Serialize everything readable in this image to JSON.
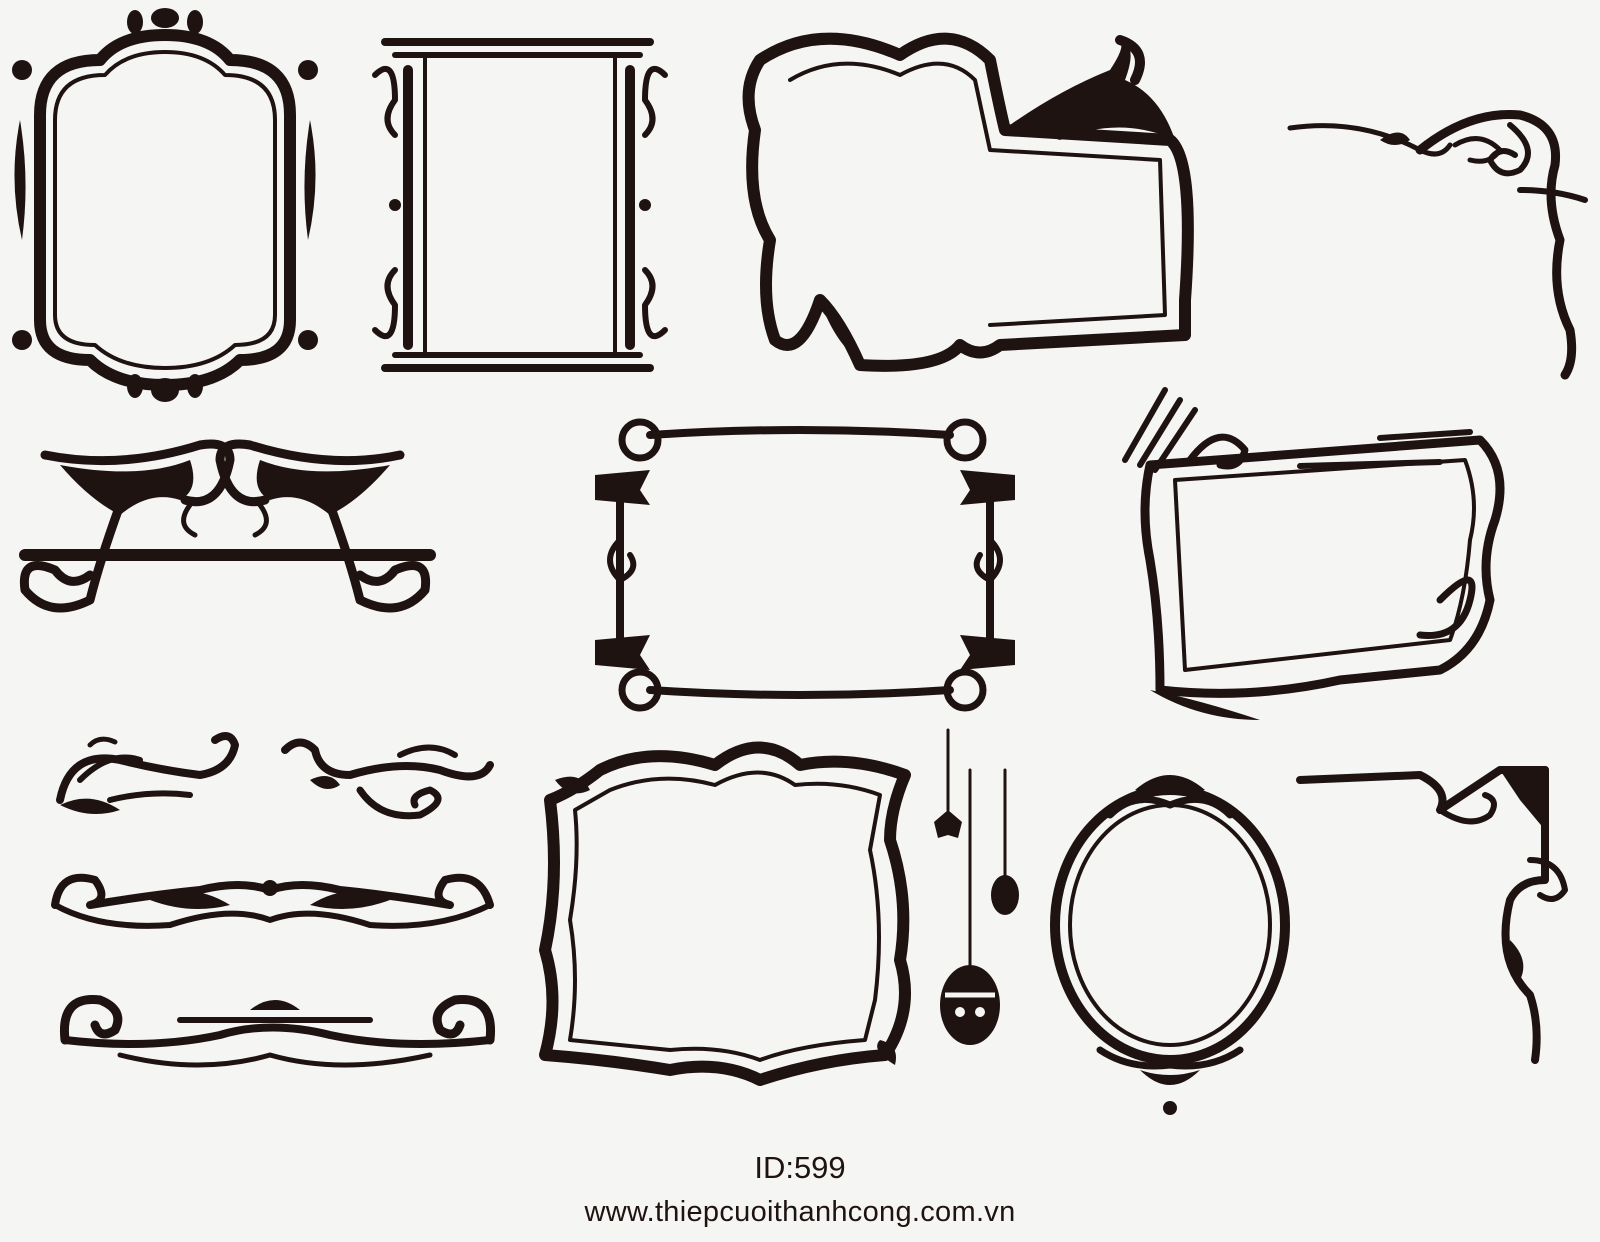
{
  "caption": {
    "id_label": "ID:599",
    "website": "www.thiepcuoithanhcong.com.vn"
  },
  "colors": {
    "ink": "#1e1311",
    "background": "#f5f5f4"
  },
  "ornaments": [
    "scalloped-mirror-frame",
    "pillared-rectangle-frame",
    "cloud-swirl-frame",
    "corner-flourish-top-right",
    "winged-crest-ornament",
    "fleur-scroll-frame",
    "layered-scroll-frame",
    "swirl-divider-left",
    "swirl-divider-right",
    "leaf-scroll-divider",
    "crowned-scroll-divider",
    "grunge-bracket-frame",
    "hanging-ornaments",
    "oval-crest-mirror-frame",
    "corner-bracket-bottom-right"
  ]
}
